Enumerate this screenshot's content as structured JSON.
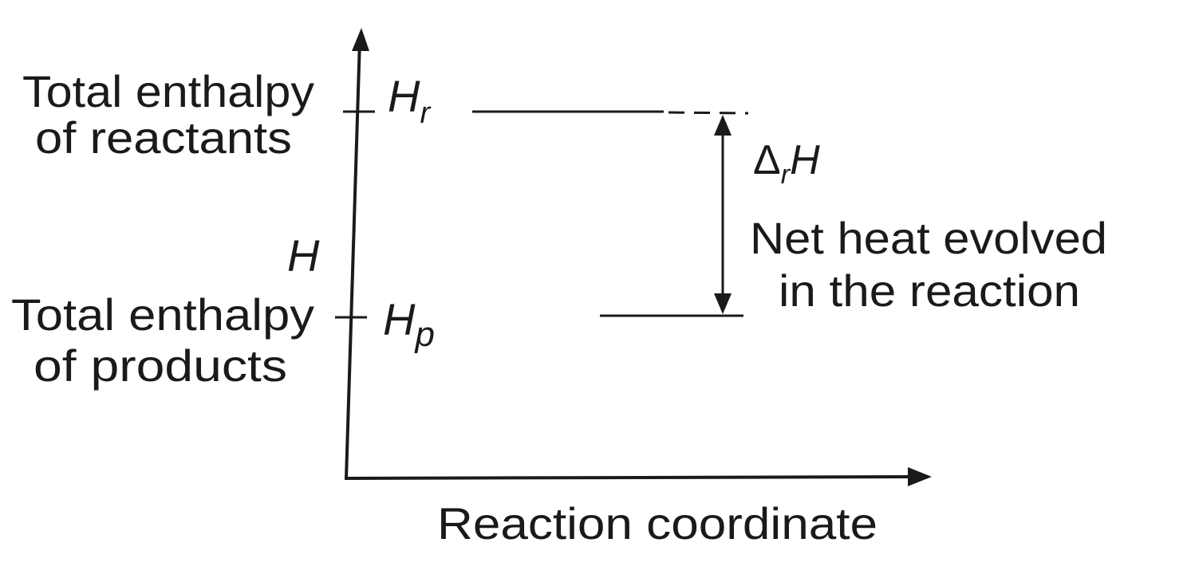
{
  "axes": {
    "y_axis_label": "H",
    "x_axis_label": "Reaction coordinate"
  },
  "reactants": {
    "label_line1": "Total enthalpy",
    "label_line2": "of reactants",
    "symbol_main": "H",
    "symbol_sub": "r"
  },
  "products": {
    "label_line1": "Total enthalpy",
    "label_line2": "of products",
    "symbol_main": "H",
    "symbol_sub": "p"
  },
  "delta": {
    "symbol_delta": "Δ",
    "symbol_sub": "r",
    "symbol_main": "H",
    "caption_line1": "Net heat evolved",
    "caption_line2": "in the reaction"
  },
  "colors": {
    "ink": "#1a1a1a",
    "background": "#ffffff"
  }
}
